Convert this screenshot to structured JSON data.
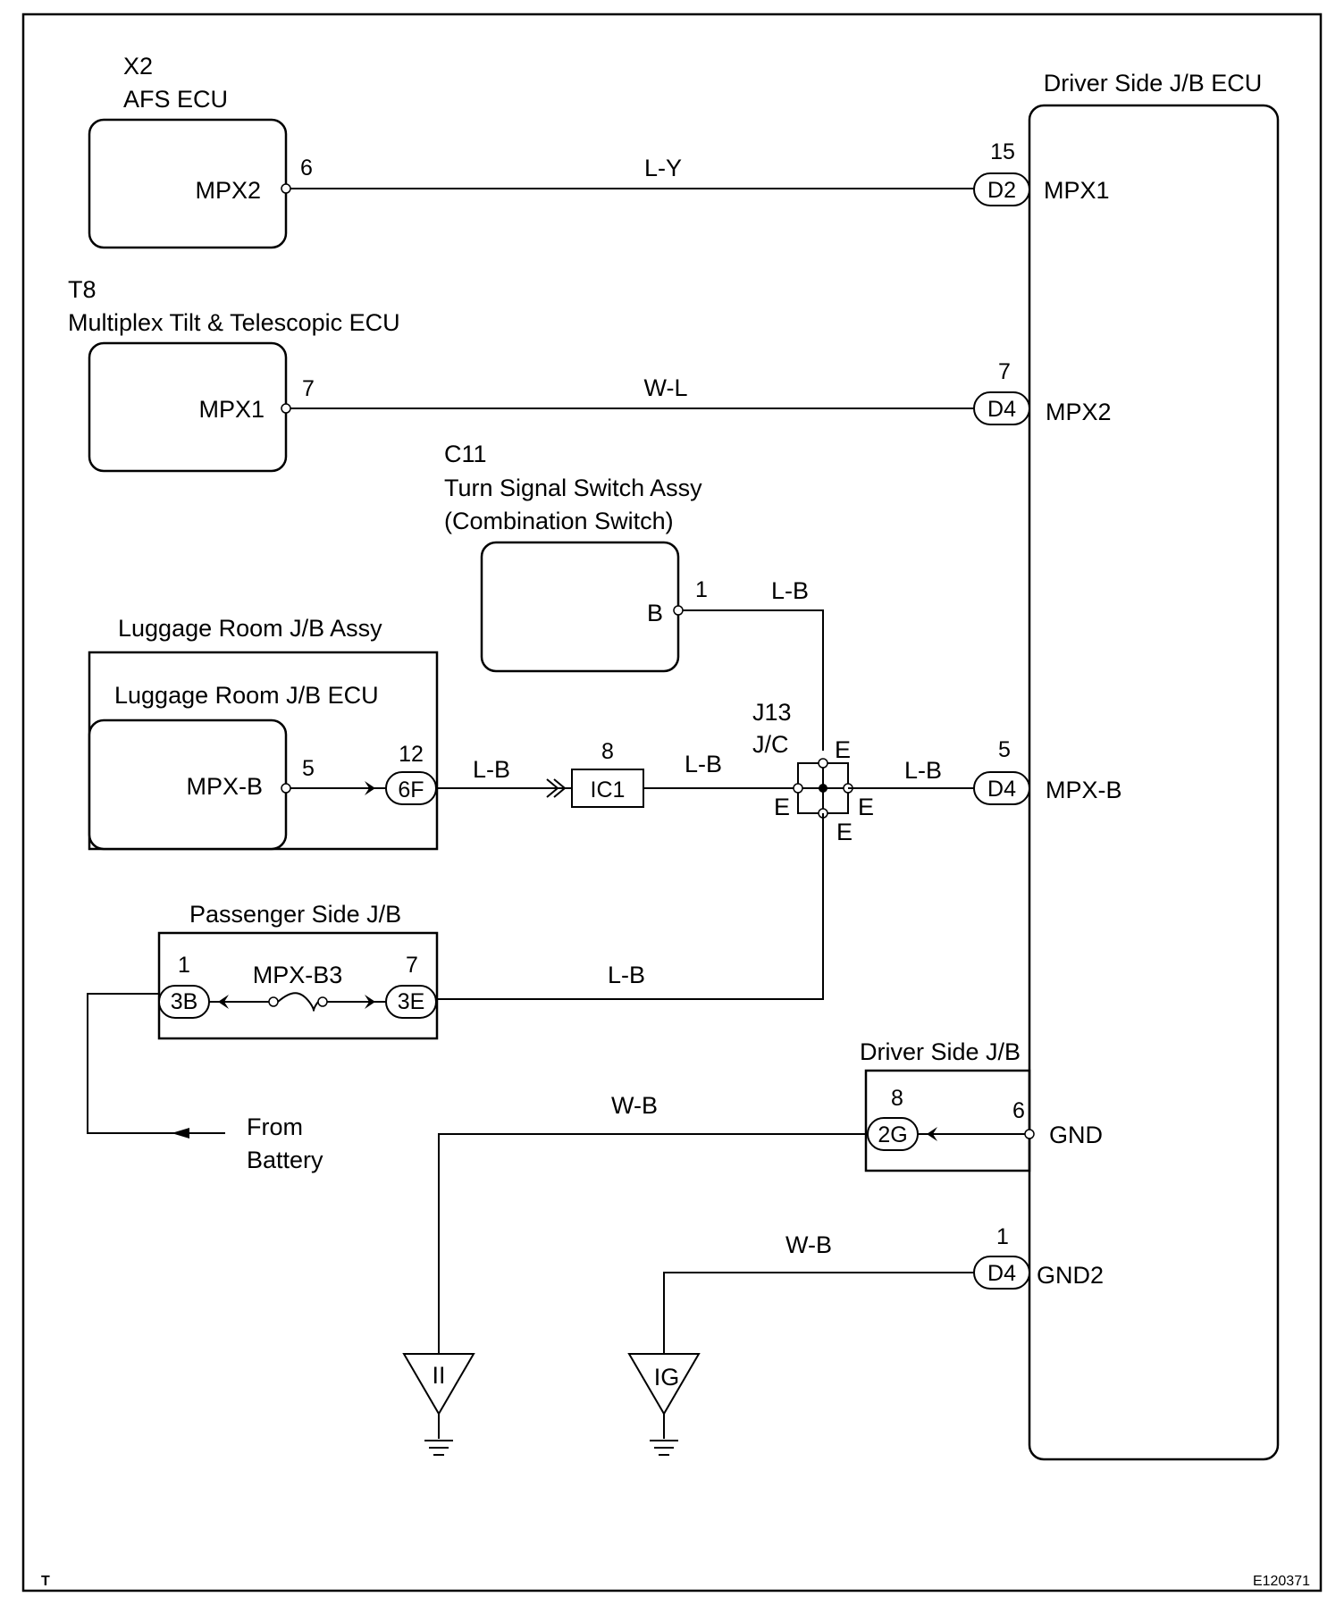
{
  "components": {
    "afs": {
      "code": "X2",
      "name": "AFS ECU",
      "terminal": "MPX2",
      "pin": "6"
    },
    "tilt": {
      "code": "T8",
      "name": "Multiplex Tilt & Telescopic ECU",
      "terminal": "MPX1",
      "pin": "7"
    },
    "turn_switch": {
      "code": "C11",
      "name": "Turn Signal Switch Assy",
      "name2": "(Combination Switch)",
      "terminal": "B",
      "pin": "1"
    },
    "luggage_assy": {
      "name": "Luggage Room J/B Assy"
    },
    "luggage_ecu": {
      "name": "Luggage Room J/B ECU",
      "terminal": "MPX-B",
      "pin": "5"
    },
    "passenger_jb": {
      "name": "Passenger Side J/B",
      "fuse": "MPX-B3"
    },
    "driver_jb": {
      "name": "Driver Side J/B"
    },
    "driver_ecu": {
      "name": "Driver Side J/B ECU"
    },
    "junction": {
      "code": "J13",
      "name": "J/C",
      "terminal": "E"
    }
  },
  "ecu_terminals": [
    {
      "pin": "15",
      "connector": "D2",
      "name": "MPX1"
    },
    {
      "pin": "7",
      "connector": "D4",
      "name": "MPX2"
    },
    {
      "pin": "5",
      "connector": "D4",
      "name": "MPX-B"
    },
    {
      "pin": "6",
      "name": "GND"
    },
    {
      "pin": "1",
      "connector": "D4",
      "name": "GND2"
    }
  ],
  "connectors": {
    "c6f": {
      "id": "6F",
      "pin": "12"
    },
    "ic1": {
      "id": "IC1",
      "pin": "8"
    },
    "c3b": {
      "id": "3B",
      "pin": "1"
    },
    "c3e": {
      "id": "3E",
      "pin": "7"
    },
    "c2g": {
      "id": "2G",
      "pin": "8"
    }
  },
  "wires": {
    "w1": "L-Y",
    "w2": "W-L",
    "w3": "L-B",
    "w4": "L-B",
    "w5": "L-B",
    "w6": "L-B",
    "w7": "L-B",
    "w8": "W-B",
    "w9": "W-B"
  },
  "battery": {
    "line1": "From",
    "line2": "Battery"
  },
  "grounds": {
    "g1": "II",
    "g2": "IG"
  },
  "footer": {
    "left": "T",
    "right": "E120371"
  }
}
